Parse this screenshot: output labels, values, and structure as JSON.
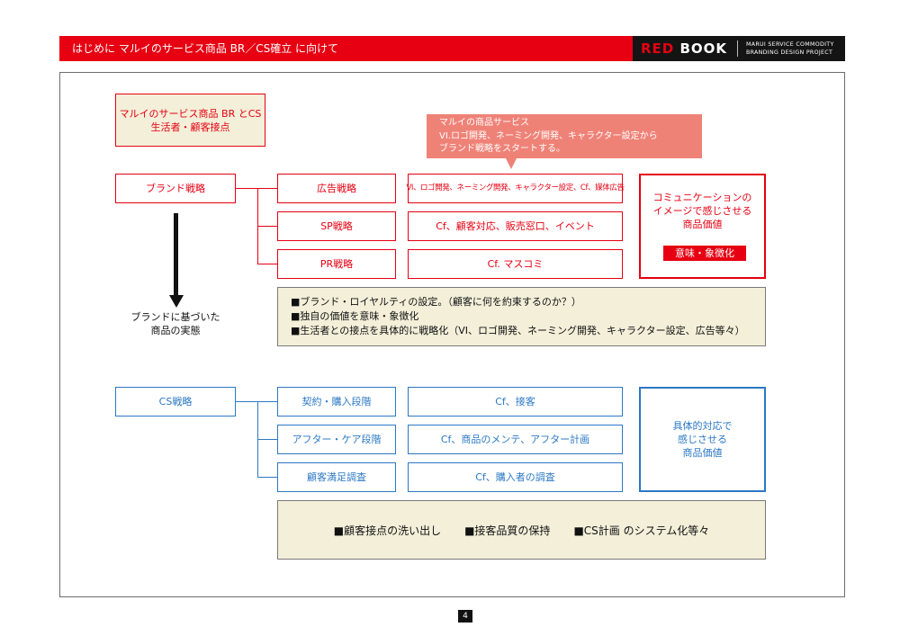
{
  "header": {
    "title": "はじめに マルイのサービス商品 BR／CS確立 に向けて",
    "logo_red": "RED",
    "logo_white": "BOOK",
    "subtitle_line1": "MARUI SERVICE COMMODITY",
    "subtitle_line2": "BRANDING DESIGN PROJECT"
  },
  "intro_box": {
    "line1": "マルイのサービス商品 BR とCS",
    "line2": "生活者・顧客接点"
  },
  "callout": {
    "line1": "マルイの商品サービス",
    "line2": "VI.ロゴ開発、ネーミング開発、キャラクター設定から",
    "line3": "ブランド戦略をスタートする。"
  },
  "brand": {
    "strategy": "ブランド戦略",
    "rows": [
      {
        "strategy": "広告戦略",
        "detail": "VI、ロゴ開発、ネーミング開発、キャラクター設定、Cf、媒体広告"
      },
      {
        "strategy": "SP戦略",
        "detail": "Cf、顧客対応、販売窓口、イベント"
      },
      {
        "strategy": "PR戦略",
        "detail": "Cf. マスコミ"
      }
    ],
    "value_line1": "コミュニケーションの",
    "value_line2": "イメージで感じさせる",
    "value_line3": "商品価値",
    "badge": "意味・象徴化",
    "note_line1": "ブランドに基づいた",
    "note_line2": "商品の実態",
    "points": [
      "■ブランド・ロイヤルティの設定。（顧客に何を約束するのか？）",
      "■独自の価値を意味・象徴化",
      "■生活者との接点を具体的に戦略化（VI、ロゴ開発、ネーミング開発、キャラクター設定、広告等々）"
    ]
  },
  "cs": {
    "strategy": "CS戦略",
    "rows": [
      {
        "stage": "契約・購入段階",
        "detail": "Cf、接客"
      },
      {
        "stage": "アフター・ケア段階",
        "detail": "Cf、商品のメンテ、アフター計画"
      },
      {
        "stage": "顧客満足調査",
        "detail": "Cf、購入者の調査"
      }
    ],
    "value_line1": "具体的対応で",
    "value_line2": "感じさせる",
    "value_line3": "商品価値",
    "points": [
      "■顧客接点の洗い出し",
      "■接客品質の保持",
      "■CS計画 のシステム化等々"
    ]
  },
  "page_number": "4",
  "colors": {
    "accent_red": "#e60012",
    "accent_blue": "#2b78c4",
    "beige": "#f3efd9",
    "callout": "#ef8277"
  }
}
